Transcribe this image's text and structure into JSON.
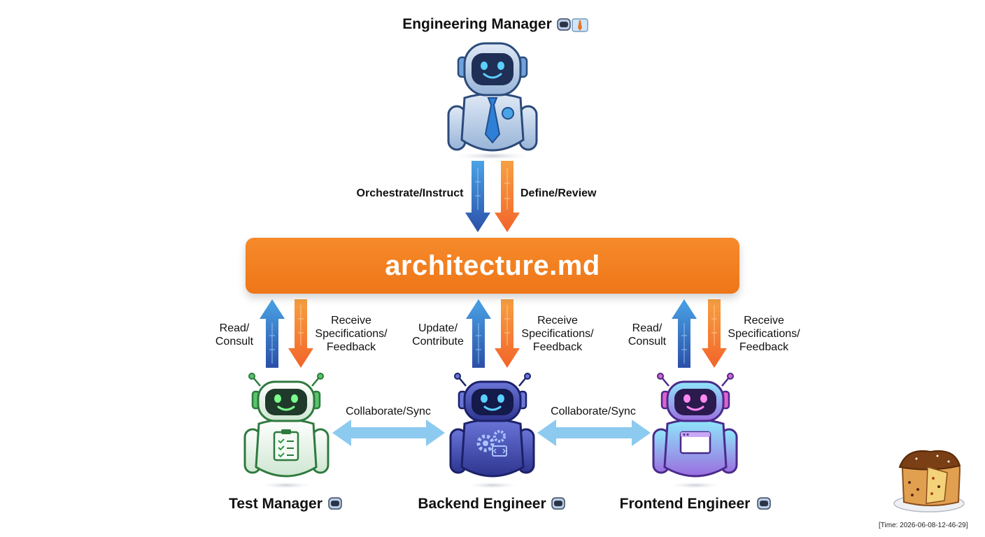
{
  "roles": {
    "manager": "Engineering Manager",
    "test": "Test Manager",
    "backend": "Backend Engineer",
    "frontend": "Frontend Engineer"
  },
  "document": "architecture.md",
  "edges": {
    "orchestrate": "Orchestrate/Instruct",
    "define": "Define/Review",
    "test_read": "Read/\nConsult",
    "test_receive": "Receive\nSpecifications/\nFeedback",
    "backend_update": "Update/\nContribute",
    "backend_receive": "Receive\nSpecifications/\nFeedback",
    "frontend_read": "Read/\nConsult",
    "frontend_receive": "Receive\nSpecifications/\nFeedback",
    "collab_left": "Collaborate/Sync",
    "collab_right": "Collaborate/Sync"
  },
  "icons": {
    "manager": "robot-manager-icon",
    "test": "robot-clipboard-icon",
    "backend": "robot-gears-icon",
    "frontend": "robot-browser-icon",
    "corner": "panettone-icon"
  },
  "colors": {
    "document": "#f47d1f",
    "arrow_blue": "#2d63b8",
    "arrow_orange": "#f07a2a",
    "collab": "#8ccaef",
    "manager_body": "#b9cde6",
    "test_body": "#e9f4ea",
    "backend_body": "#3e4ab0",
    "frontend_body": "#5fd2f0"
  },
  "timestamp": "[Time: 2026-06-08-12-46-29]"
}
